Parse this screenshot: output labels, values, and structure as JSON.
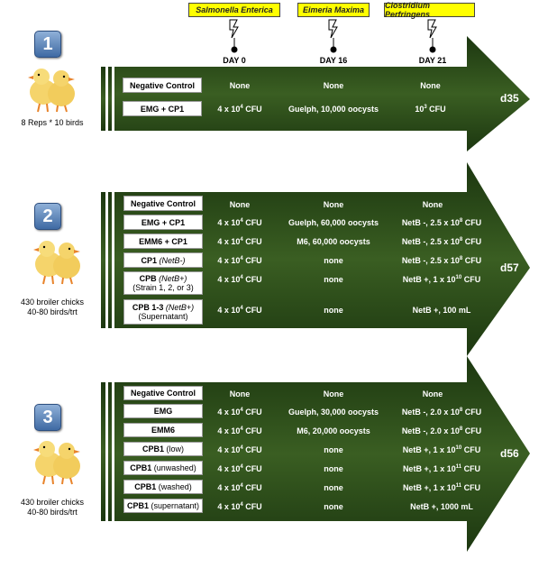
{
  "pathogens": [
    {
      "name": "Salmonella Enterica",
      "day": "DAY 0"
    },
    {
      "name": "Eimeria Maxima",
      "day": "DAY 16"
    },
    {
      "name": "Clostridium Perfringens",
      "day": "DAY 21"
    }
  ],
  "trials": [
    {
      "number": "1",
      "caption": [
        "8 Reps * 10 birds"
      ],
      "end_day": "d35",
      "rows": [
        {
          "label": "Negative Control",
          "sal": "None",
          "eim": "None",
          "clo": "None"
        },
        {
          "label": "EMG + CP1",
          "sal": "4 x 10",
          "sal_exp": "4",
          "sal_unit": " CFU",
          "eim": "Guelph, 10,000 oocysts",
          "clo": "10",
          "clo_exp": "3",
          "clo_unit": " CFU"
        }
      ]
    },
    {
      "number": "2",
      "caption": [
        "430 broiler chicks",
        "40-80 birds/trt"
      ],
      "end_day": "d57",
      "rows": [
        {
          "label": "Negative Control",
          "sal": "None",
          "eim": "None",
          "clo": "None"
        },
        {
          "label": "EMG + CP1",
          "sal": "4 x 10",
          "sal_exp": "4",
          "sal_unit": " CFU",
          "eim": "Guelph, 60,000 oocysts",
          "clo": "NetB -, 2.5 x 10",
          "clo_exp": "8",
          "clo_unit": " CFU"
        },
        {
          "label": "EMM6 + CP1",
          "sal": "4 x 10",
          "sal_exp": "4",
          "sal_unit": " CFU",
          "eim": "M6, 60,000 oocysts",
          "clo": "NetB -, 2.5 x 10",
          "clo_exp": "8",
          "clo_unit": " CFU"
        },
        {
          "label": "CP1",
          "label_note": "(NetB-)",
          "sal": "4 x 10",
          "sal_exp": "4",
          "sal_unit": " CFU",
          "eim": "none",
          "clo": "NetB -, 2.5 x 10",
          "clo_exp": "8",
          "clo_unit": " CFU"
        },
        {
          "label": "CPB",
          "label_note": "(NetB+)",
          "label_line2": "(Strain 1, 2, or 3)",
          "sal": "4 x 10",
          "sal_exp": "4",
          "sal_unit": " CFU",
          "eim": "none",
          "clo": "NetB +, 1 x 10",
          "clo_exp": "10",
          "clo_unit": " CFU"
        },
        {
          "label": "CPB 1-3",
          "label_note": "(NetB+)",
          "label_line2": "(Supernatant)",
          "sal": "4 x 10",
          "sal_exp": "4",
          "sal_unit": " CFU",
          "eim": "none",
          "clo": "NetB +, 100 mL"
        }
      ]
    },
    {
      "number": "3",
      "caption": [
        "430 broiler chicks",
        "40-80 birds/trt"
      ],
      "end_day": "d56",
      "rows": [
        {
          "label": "Negative Control",
          "sal": "None",
          "eim": "None",
          "clo": "None"
        },
        {
          "label": "EMG",
          "sal": "4 x 10",
          "sal_exp": "4",
          "sal_unit": " CFU",
          "eim": "Guelph, 30,000 oocysts",
          "clo": "NetB -, 2.0 x 10",
          "clo_exp": "8",
          "clo_unit": " CFU"
        },
        {
          "label": "EMM6",
          "sal": "4 x 10",
          "sal_exp": "4",
          "sal_unit": " CFU",
          "eim": "M6, 20,000 oocysts",
          "clo": "NetB -, 2.0 x 10",
          "clo_exp": "8",
          "clo_unit": " CFU"
        },
        {
          "label": "CPB1",
          "label_note": "(low)",
          "sal": "4 x 10",
          "sal_exp": "4",
          "sal_unit": " CFU",
          "eim": "none",
          "clo": "NetB +, 1 x 10",
          "clo_exp": "10",
          "clo_unit": " CFU"
        },
        {
          "label": "CPB1",
          "label_note": "(unwashed)",
          "sal": "4 x 10",
          "sal_exp": "4",
          "sal_unit": " CFU",
          "eim": "none",
          "clo": "NetB +, 1 x 10",
          "clo_exp": "11",
          "clo_unit": " CFU"
        },
        {
          "label": "CPB1",
          "label_note": "(washed)",
          "sal": "4 x 10",
          "sal_exp": "4",
          "sal_unit": " CFU",
          "eim": "none",
          "clo": "NetB +, 1 x 10",
          "clo_exp": "11",
          "clo_unit": " CFU"
        },
        {
          "label": "CPB1",
          "label_note": "(supernatant)",
          "sal": "4 x 10",
          "sal_exp": "4",
          "sal_unit": " CFU",
          "eim": "none",
          "clo": "NetB +, 1000 mL"
        }
      ]
    }
  ],
  "colors": {
    "arrow_dark": "#1f3a12",
    "arrow_light": "#3d6124",
    "pathogen_bg": "#ffff00",
    "badge": "#5a82b8"
  }
}
